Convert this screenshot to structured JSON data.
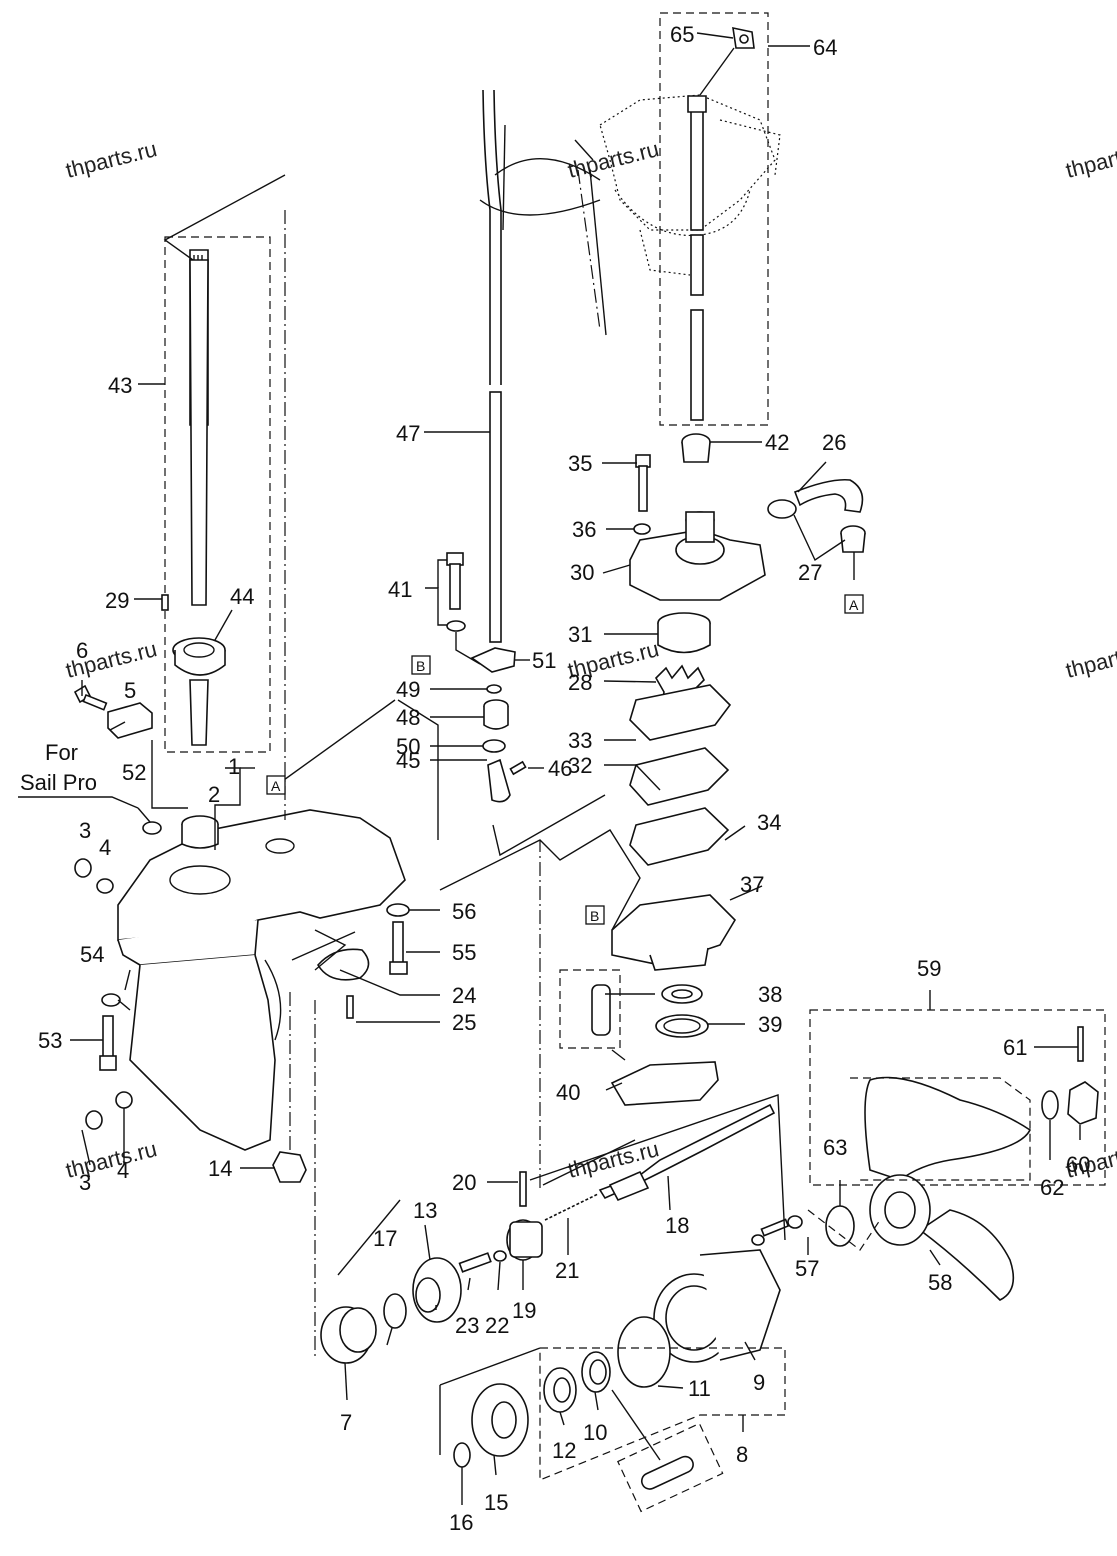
{
  "watermark": "thparts.ru",
  "note": {
    "line1": "For",
    "line2": "Sail Pro"
  },
  "ref_boxes": {
    "a": "A",
    "b": "B"
  },
  "labels": {
    "l1": "1",
    "l2": "2",
    "l3a": "3",
    "l3b": "3",
    "l4a": "4",
    "l4b": "4",
    "l5": "5",
    "l6": "6",
    "l7": "7",
    "l8": "8",
    "l9": "9",
    "l10": "10",
    "l11": "11",
    "l12": "12",
    "l13": "13",
    "l14": "14",
    "l15": "15",
    "l16": "16",
    "l17": "17",
    "l18": "18",
    "l19": "19",
    "l20": "20",
    "l21": "21",
    "l22": "22",
    "l23": "23",
    "l24": "24",
    "l25": "25",
    "l26": "26",
    "l27": "27",
    "l28": "28",
    "l29": "29",
    "l30": "30",
    "l31": "31",
    "l32": "32",
    "l33": "33",
    "l34": "34",
    "l35": "35",
    "l36": "36",
    "l37": "37",
    "l38": "38",
    "l39": "39",
    "l40": "40",
    "l41": "41",
    "l42": "42",
    "l43": "43",
    "l44": "44",
    "l45": "45",
    "l46": "46",
    "l47": "47",
    "l48": "48",
    "l49": "49",
    "l50": "50",
    "l51": "51",
    "l52": "52",
    "l53": "53",
    "l54": "54",
    "l55": "55",
    "l56": "56",
    "l57": "57",
    "l58": "58",
    "l59": "59",
    "l60": "60",
    "l61": "61",
    "l62": "62",
    "l63": "63",
    "l64": "64",
    "l65": "65"
  }
}
